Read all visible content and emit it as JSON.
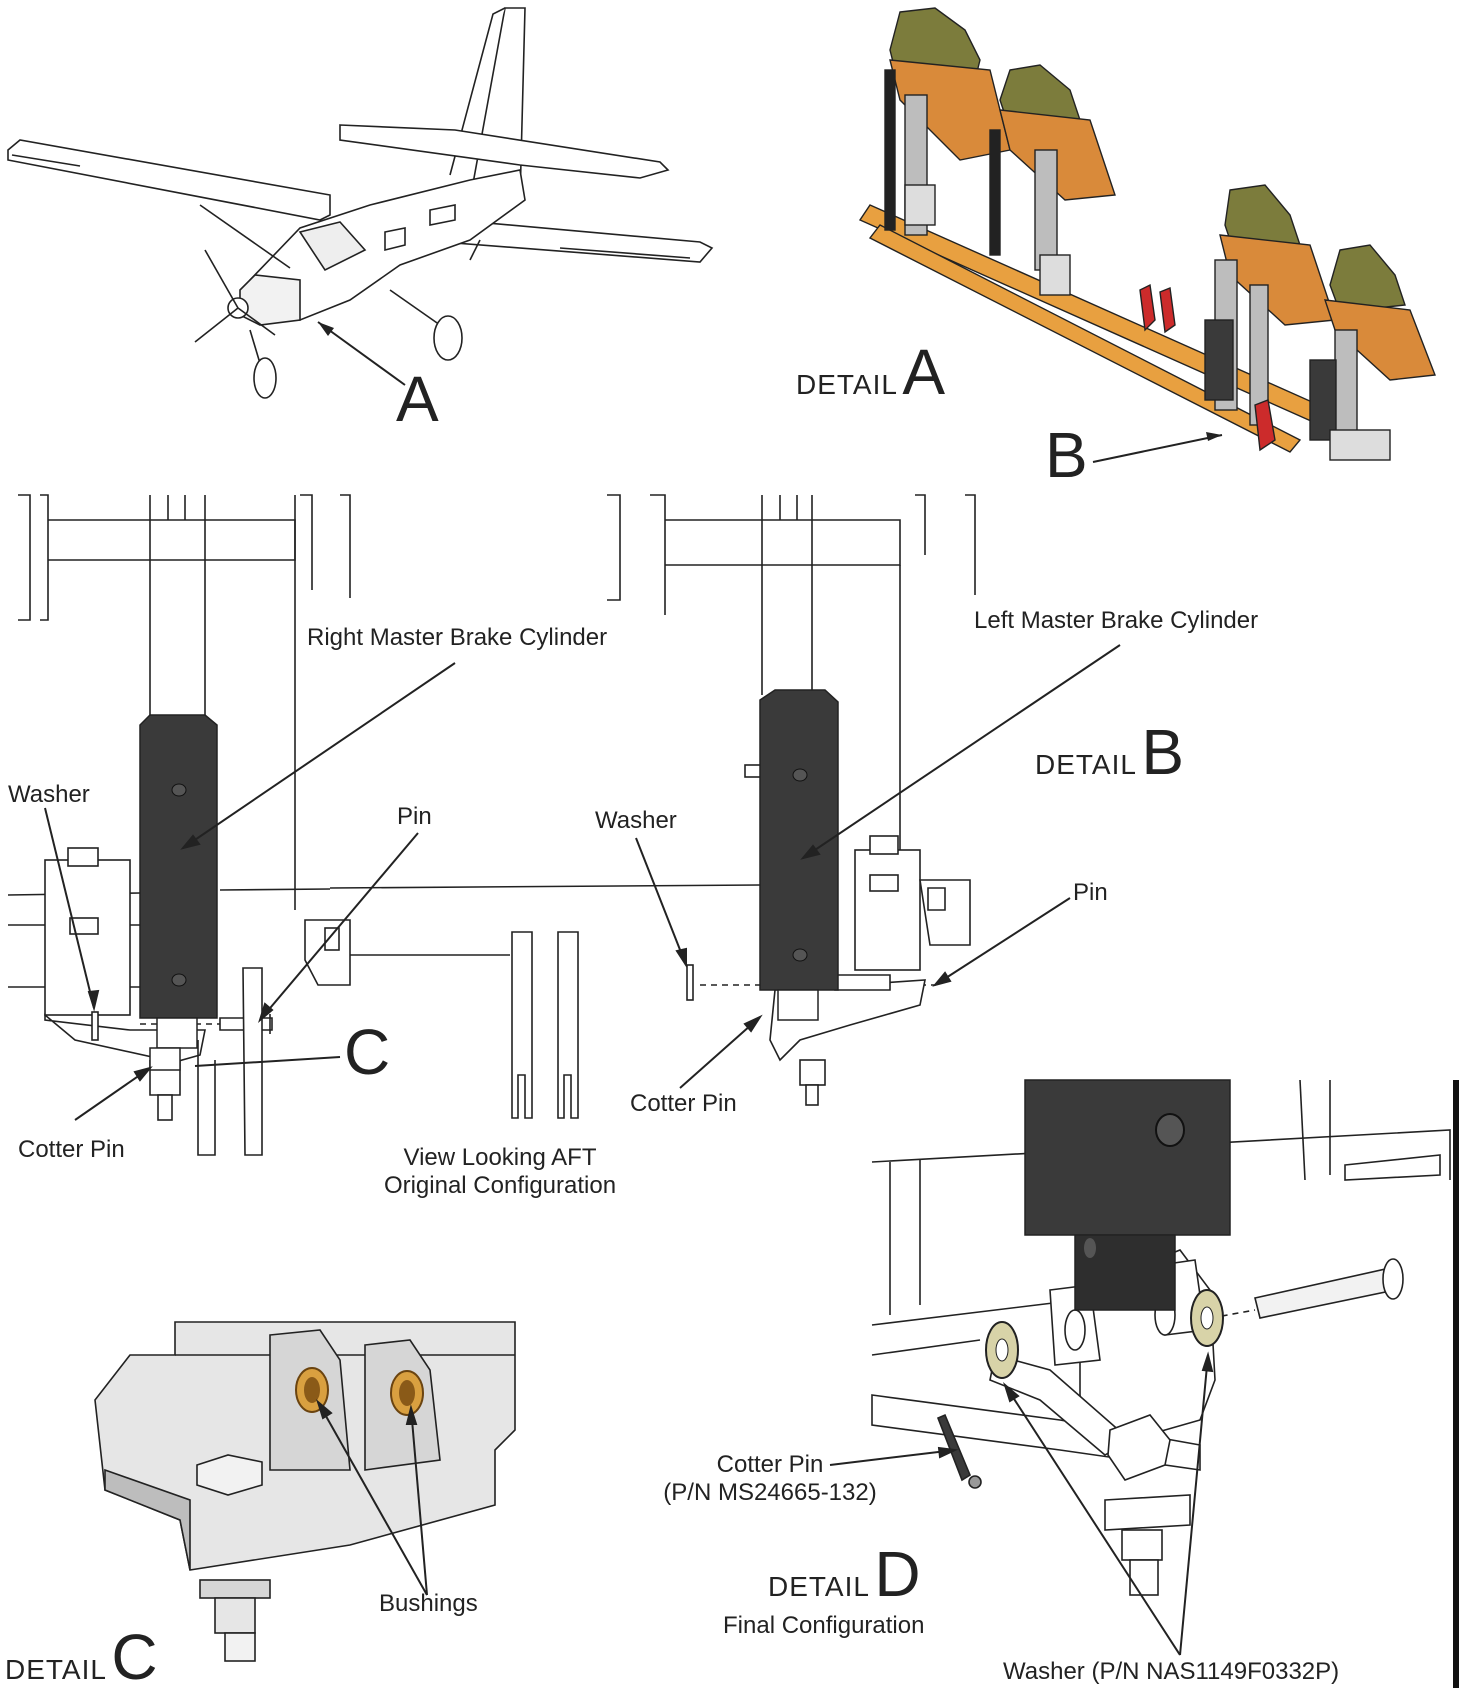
{
  "aircraft_callout": "A",
  "detail_a": {
    "word": "DETAIL",
    "letter": "A"
  },
  "detail_a_callout": "B",
  "detail_b": {
    "word": "DETAIL",
    "letter": "B",
    "right_cylinder": "Right Master Brake Cylinder",
    "left_cylinder": "Left Master Brake Cylinder",
    "washer_left": "Washer",
    "washer_right": "Washer",
    "pin_left": "Pin",
    "pin_right": "Pin",
    "cotter_left": "Cotter Pin",
    "cotter_right": "Cotter Pin",
    "callout_c": "C",
    "view_line1": "View Looking AFT",
    "view_line2": "Original Configuration"
  },
  "detail_c": {
    "word": "DETAIL",
    "letter": "C",
    "bushings": "Bushings"
  },
  "detail_d": {
    "word": "DETAIL",
    "letter": "D",
    "subtitle": "Final Configuration",
    "cotter_line1": "Cotter Pin",
    "cotter_line2": "(P/N MS24665-132)",
    "washer": "Washer (P/N NAS1149F0332P)"
  },
  "colors": {
    "line": "#222222",
    "cylinder": "#3a3a3a",
    "pedal_orange": "#d98a3a",
    "pedal_olive": "#7c7c3c",
    "tube_orange": "#e8a040",
    "bracket_red": "#cc2b2b",
    "bushing": "#d9a040",
    "washer": "#d8d3a8"
  }
}
